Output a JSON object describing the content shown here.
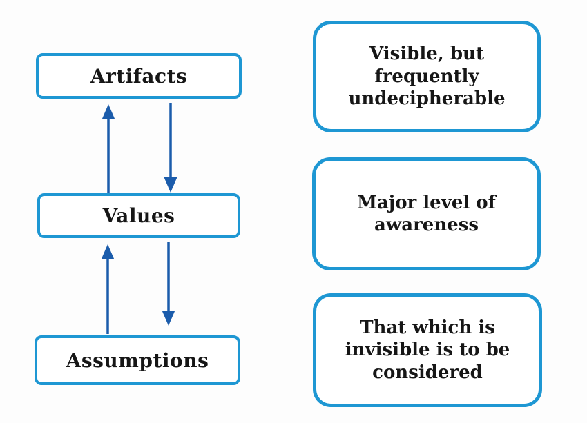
{
  "diagram": {
    "name": "levels-of-culture-diagram",
    "levels": [
      {
        "label": "Artifacts",
        "description": "Visible, but frequently undecipherable"
      },
      {
        "label": "Values",
        "description": "Major level of awareness"
      },
      {
        "label": "Assumptions",
        "description": "That which is invisible is to be considered"
      }
    ],
    "arrows": [
      {
        "from": "Values",
        "to": "Artifacts",
        "direction": "up"
      },
      {
        "from": "Artifacts",
        "to": "Values",
        "direction": "down"
      },
      {
        "from": "Assumptions",
        "to": "Values",
        "direction": "up"
      },
      {
        "from": "Values",
        "to": "Assumptions",
        "direction": "down"
      }
    ],
    "colors": {
      "box_border": "#1e97d3",
      "arrow": "#1b5cab",
      "text": "#161616",
      "background": "#fdfdfd"
    }
  }
}
